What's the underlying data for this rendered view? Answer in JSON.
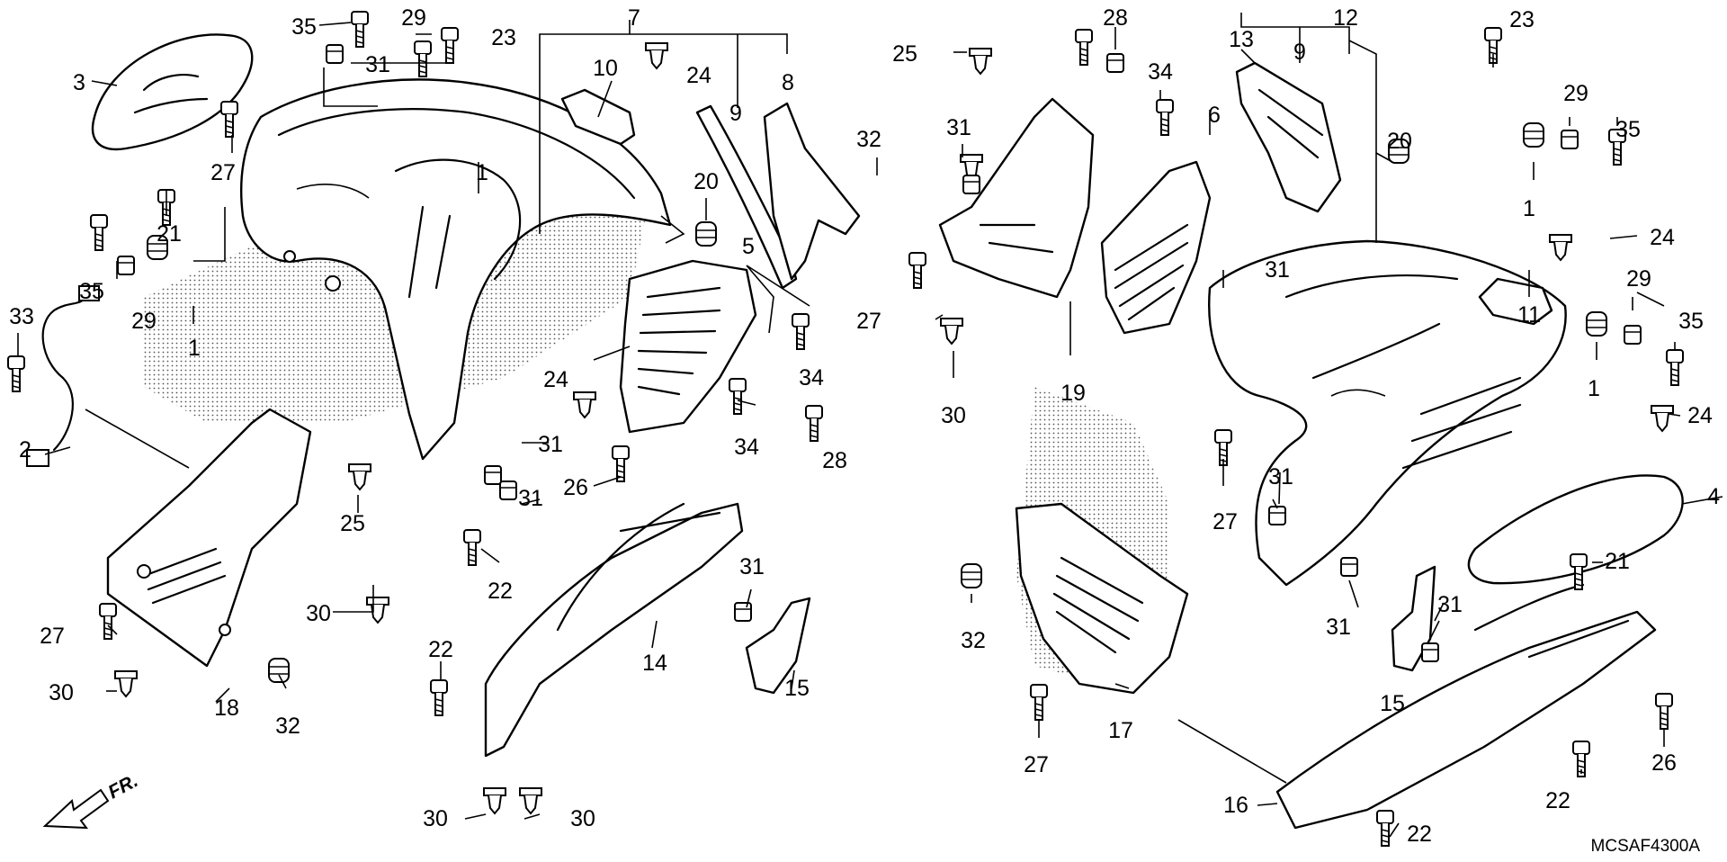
{
  "diagram": {
    "catalog_code": "MCSAF4300A",
    "front_marker": "FR.",
    "callouts": [
      {
        "id": "c3a",
        "label": "3"
      },
      {
        "id": "c35a",
        "label": "35"
      },
      {
        "id": "c29a",
        "label": "29"
      },
      {
        "id": "c23a",
        "label": "23"
      },
      {
        "id": "c31a",
        "label": "31"
      },
      {
        "id": "c27a",
        "label": "27"
      },
      {
        "id": "c21a",
        "label": "21"
      },
      {
        "id": "c7",
        "label": "7"
      },
      {
        "id": "c10",
        "label": "10"
      },
      {
        "id": "c24a",
        "label": "24"
      },
      {
        "id": "c8",
        "label": "8"
      },
      {
        "id": "c9a",
        "label": "9"
      },
      {
        "id": "c1a",
        "label": "1"
      },
      {
        "id": "c20a",
        "label": "20"
      },
      {
        "id": "c5",
        "label": "5"
      },
      {
        "id": "c35b",
        "label": "35"
      },
      {
        "id": "c29b",
        "label": "29"
      },
      {
        "id": "c1b",
        "label": "1"
      },
      {
        "id": "c33",
        "label": "33"
      },
      {
        "id": "c2",
        "label": "2"
      },
      {
        "id": "c34a",
        "label": "34"
      },
      {
        "id": "c24b",
        "label": "24"
      },
      {
        "id": "c34b",
        "label": "34"
      },
      {
        "id": "c31b",
        "label": "31"
      },
      {
        "id": "c28a",
        "label": "28"
      },
      {
        "id": "c25a",
        "label": "25"
      },
      {
        "id": "c26a",
        "label": "26"
      },
      {
        "id": "c31c",
        "label": "31"
      },
      {
        "id": "c22a",
        "label": "22"
      },
      {
        "id": "c31d",
        "label": "31"
      },
      {
        "id": "c27b",
        "label": "27"
      },
      {
        "id": "c30a",
        "label": "30"
      },
      {
        "id": "c30b",
        "label": "30"
      },
      {
        "id": "c18",
        "label": "18"
      },
      {
        "id": "c32a",
        "label": "32"
      },
      {
        "id": "c22b",
        "label": "22"
      },
      {
        "id": "c14",
        "label": "14"
      },
      {
        "id": "c15a",
        "label": "15"
      },
      {
        "id": "c30c",
        "label": "30"
      },
      {
        "id": "c30d",
        "label": "30"
      },
      {
        "id": "c25b",
        "label": "25"
      },
      {
        "id": "c28b",
        "label": "28"
      },
      {
        "id": "c34c",
        "label": "34"
      },
      {
        "id": "c13",
        "label": "13"
      },
      {
        "id": "c9b",
        "label": "9"
      },
      {
        "id": "c12",
        "label": "12"
      },
      {
        "id": "c23b",
        "label": "23"
      },
      {
        "id": "c32b",
        "label": "32"
      },
      {
        "id": "c31e",
        "label": "31"
      },
      {
        "id": "c6",
        "label": "6"
      },
      {
        "id": "c20b",
        "label": "20"
      },
      {
        "id": "c29c",
        "label": "29"
      },
      {
        "id": "c35c",
        "label": "35"
      },
      {
        "id": "c1c",
        "label": "1"
      },
      {
        "id": "c24c",
        "label": "24"
      },
      {
        "id": "c27c",
        "label": "27"
      },
      {
        "id": "c30e",
        "label": "30"
      },
      {
        "id": "c19",
        "label": "19"
      },
      {
        "id": "c31f",
        "label": "31"
      },
      {
        "id": "c11",
        "label": "11"
      },
      {
        "id": "c29d",
        "label": "29"
      },
      {
        "id": "c35d",
        "label": "35"
      },
      {
        "id": "c1d",
        "label": "1"
      },
      {
        "id": "c24d",
        "label": "24"
      },
      {
        "id": "c27d",
        "label": "27"
      },
      {
        "id": "c31g",
        "label": "31"
      },
      {
        "id": "c4",
        "label": "4"
      },
      {
        "id": "c21b",
        "label": "21"
      },
      {
        "id": "c32c",
        "label": "32"
      },
      {
        "id": "c31h",
        "label": "31"
      },
      {
        "id": "c31i",
        "label": "31"
      },
      {
        "id": "c27e",
        "label": "27"
      },
      {
        "id": "c17",
        "label": "17"
      },
      {
        "id": "c15b",
        "label": "15"
      },
      {
        "id": "c26b",
        "label": "26"
      },
      {
        "id": "c22c",
        "label": "22"
      },
      {
        "id": "c16",
        "label": "16"
      },
      {
        "id": "c22d",
        "label": "22"
      }
    ]
  }
}
